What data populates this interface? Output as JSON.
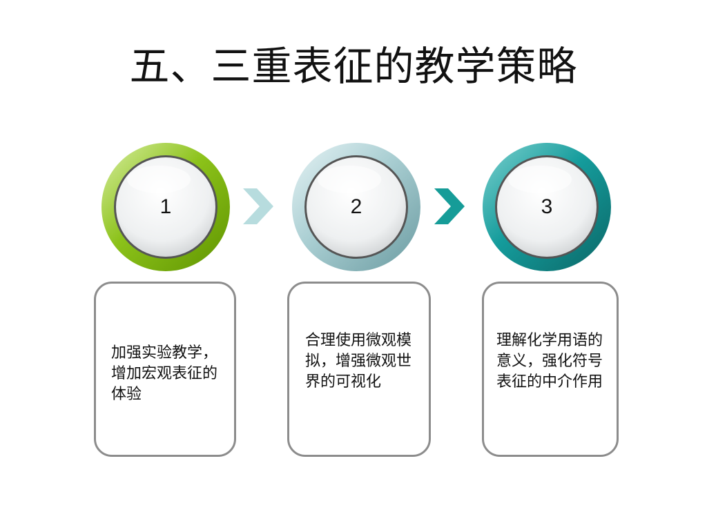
{
  "slide": {
    "title": "五、三重表征的教学策略"
  },
  "steps": [
    {
      "number": "1",
      "ring_color": "#8cc21a",
      "ring_dark": "#5f9400",
      "ring_light": "#d8eea2",
      "text": "加强实验教学，增加宏观表征的体验"
    },
    {
      "number": "2",
      "ring_color": "#a9ced2",
      "ring_dark": "#6b9ba1",
      "ring_light": "#e6f3f5",
      "text": "合理使用微观模拟，增强微观世界的可视化"
    },
    {
      "number": "3",
      "ring_color": "#159c9c",
      "ring_dark": "#0b6666",
      "ring_light": "#7ed1cf",
      "text": "理解化学用语的意义，强化符号表征的中介作用"
    }
  ],
  "arrows": [
    {
      "color": "#b7dcde",
      "icon": "chevron-right-icon"
    },
    {
      "color": "#169c98",
      "icon": "chevron-right-icon"
    }
  ],
  "colors": {
    "card_border": "#8c8c8c",
    "text": "#111111"
  }
}
